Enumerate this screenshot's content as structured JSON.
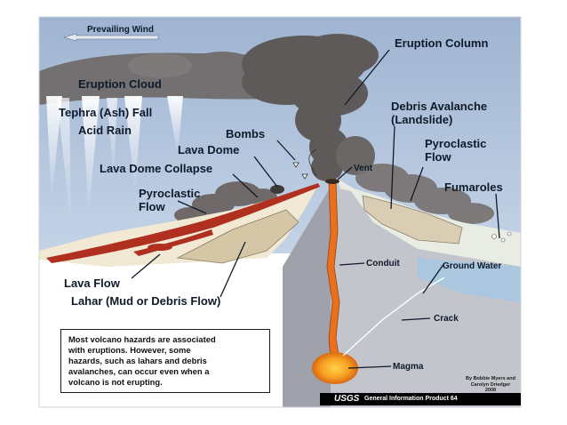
{
  "labels": {
    "prevailing_wind": "Prevailing Wind",
    "eruption_column": "Eruption Column",
    "eruption_cloud": "Eruption Cloud",
    "tephra_fall": "Tephra (Ash) Fall",
    "acid_rain": "Acid Rain",
    "bombs": "Bombs",
    "lava_dome": "Lava Dome",
    "lava_dome_collapse": "Lava Dome Collapse",
    "pyroclastic_flow_left_1": "Pyroclastic",
    "pyroclastic_flow_left_2": "Flow",
    "debris_avalanche_1": "Debris Avalanche",
    "debris_avalanche_2": "(Landslide)",
    "pyroclastic_flow_right_1": "Pyroclastic",
    "pyroclastic_flow_right_2": "Flow",
    "fumaroles": "Fumaroles",
    "vent": "Vent",
    "conduit": "Conduit",
    "ground_water": "Ground Water",
    "crack": "Crack",
    "magma": "Magma",
    "lava_flow": "Lava Flow",
    "lahar": "Lahar (Mud or Debris Flow)"
  },
  "note": {
    "line1": "Most volcano hazards are associated",
    "line2": "with eruptions.  However, some",
    "line3": "hazards, such as lahars and debris",
    "line4": "avalanches, can occur even when a",
    "line5": "volcano is not erupting."
  },
  "credit": {
    "line1": "By Bobbie Myers and",
    "line2": "Carolyn Driedger",
    "line3": "2008"
  },
  "footer": {
    "agency": "USGS",
    "product": "General Information Product 64"
  },
  "colors": {
    "sky": "#a9bcd6",
    "ash": "#6b6665",
    "crust": "#b3b6bd",
    "magma": "#f39a1e",
    "lava": "#b0301f",
    "deposit": "#e7dcc3"
  }
}
